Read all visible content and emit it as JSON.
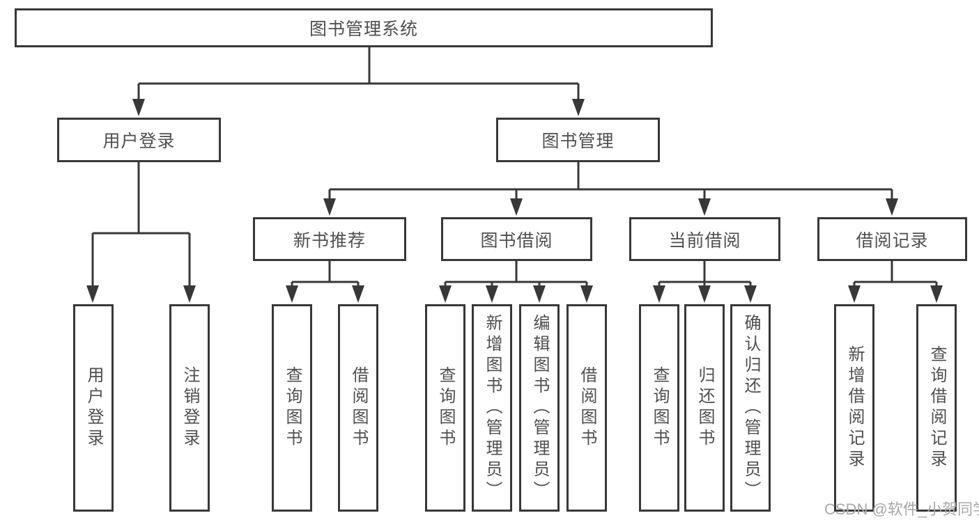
{
  "diagram": {
    "root": {
      "label": "图书管理系统"
    },
    "user_login": {
      "label": "用户登录",
      "children": [
        {
          "label": "用户登录"
        },
        {
          "label": "注销登录"
        }
      ]
    },
    "book_mgmt": {
      "label": "图书管理",
      "children": [
        {
          "label": "新书推荐",
          "children": [
            {
              "label": "查询图书"
            },
            {
              "label": "借阅图书"
            }
          ]
        },
        {
          "label": "图书借阅",
          "children": [
            {
              "label": "查询图书"
            },
            {
              "label": "新增图书（管理员）"
            },
            {
              "label": "编辑图书（管理员）"
            },
            {
              "label": "借阅图书"
            }
          ]
        },
        {
          "label": "当前借阅",
          "children": [
            {
              "label": "查询图书"
            },
            {
              "label": "归还图书"
            },
            {
              "label": "确认归还（管理员）"
            }
          ]
        },
        {
          "label": "借阅记录",
          "children": [
            {
              "label": "新增借阅记录"
            },
            {
              "label": "查询借阅记录"
            }
          ]
        }
      ]
    }
  },
  "watermark": "CSDN @软件_小贺同学",
  "colors": {
    "line": "#383838",
    "text": "#4f4f4f",
    "watermark": "#a9a9a9",
    "background": "#ffffff"
  }
}
